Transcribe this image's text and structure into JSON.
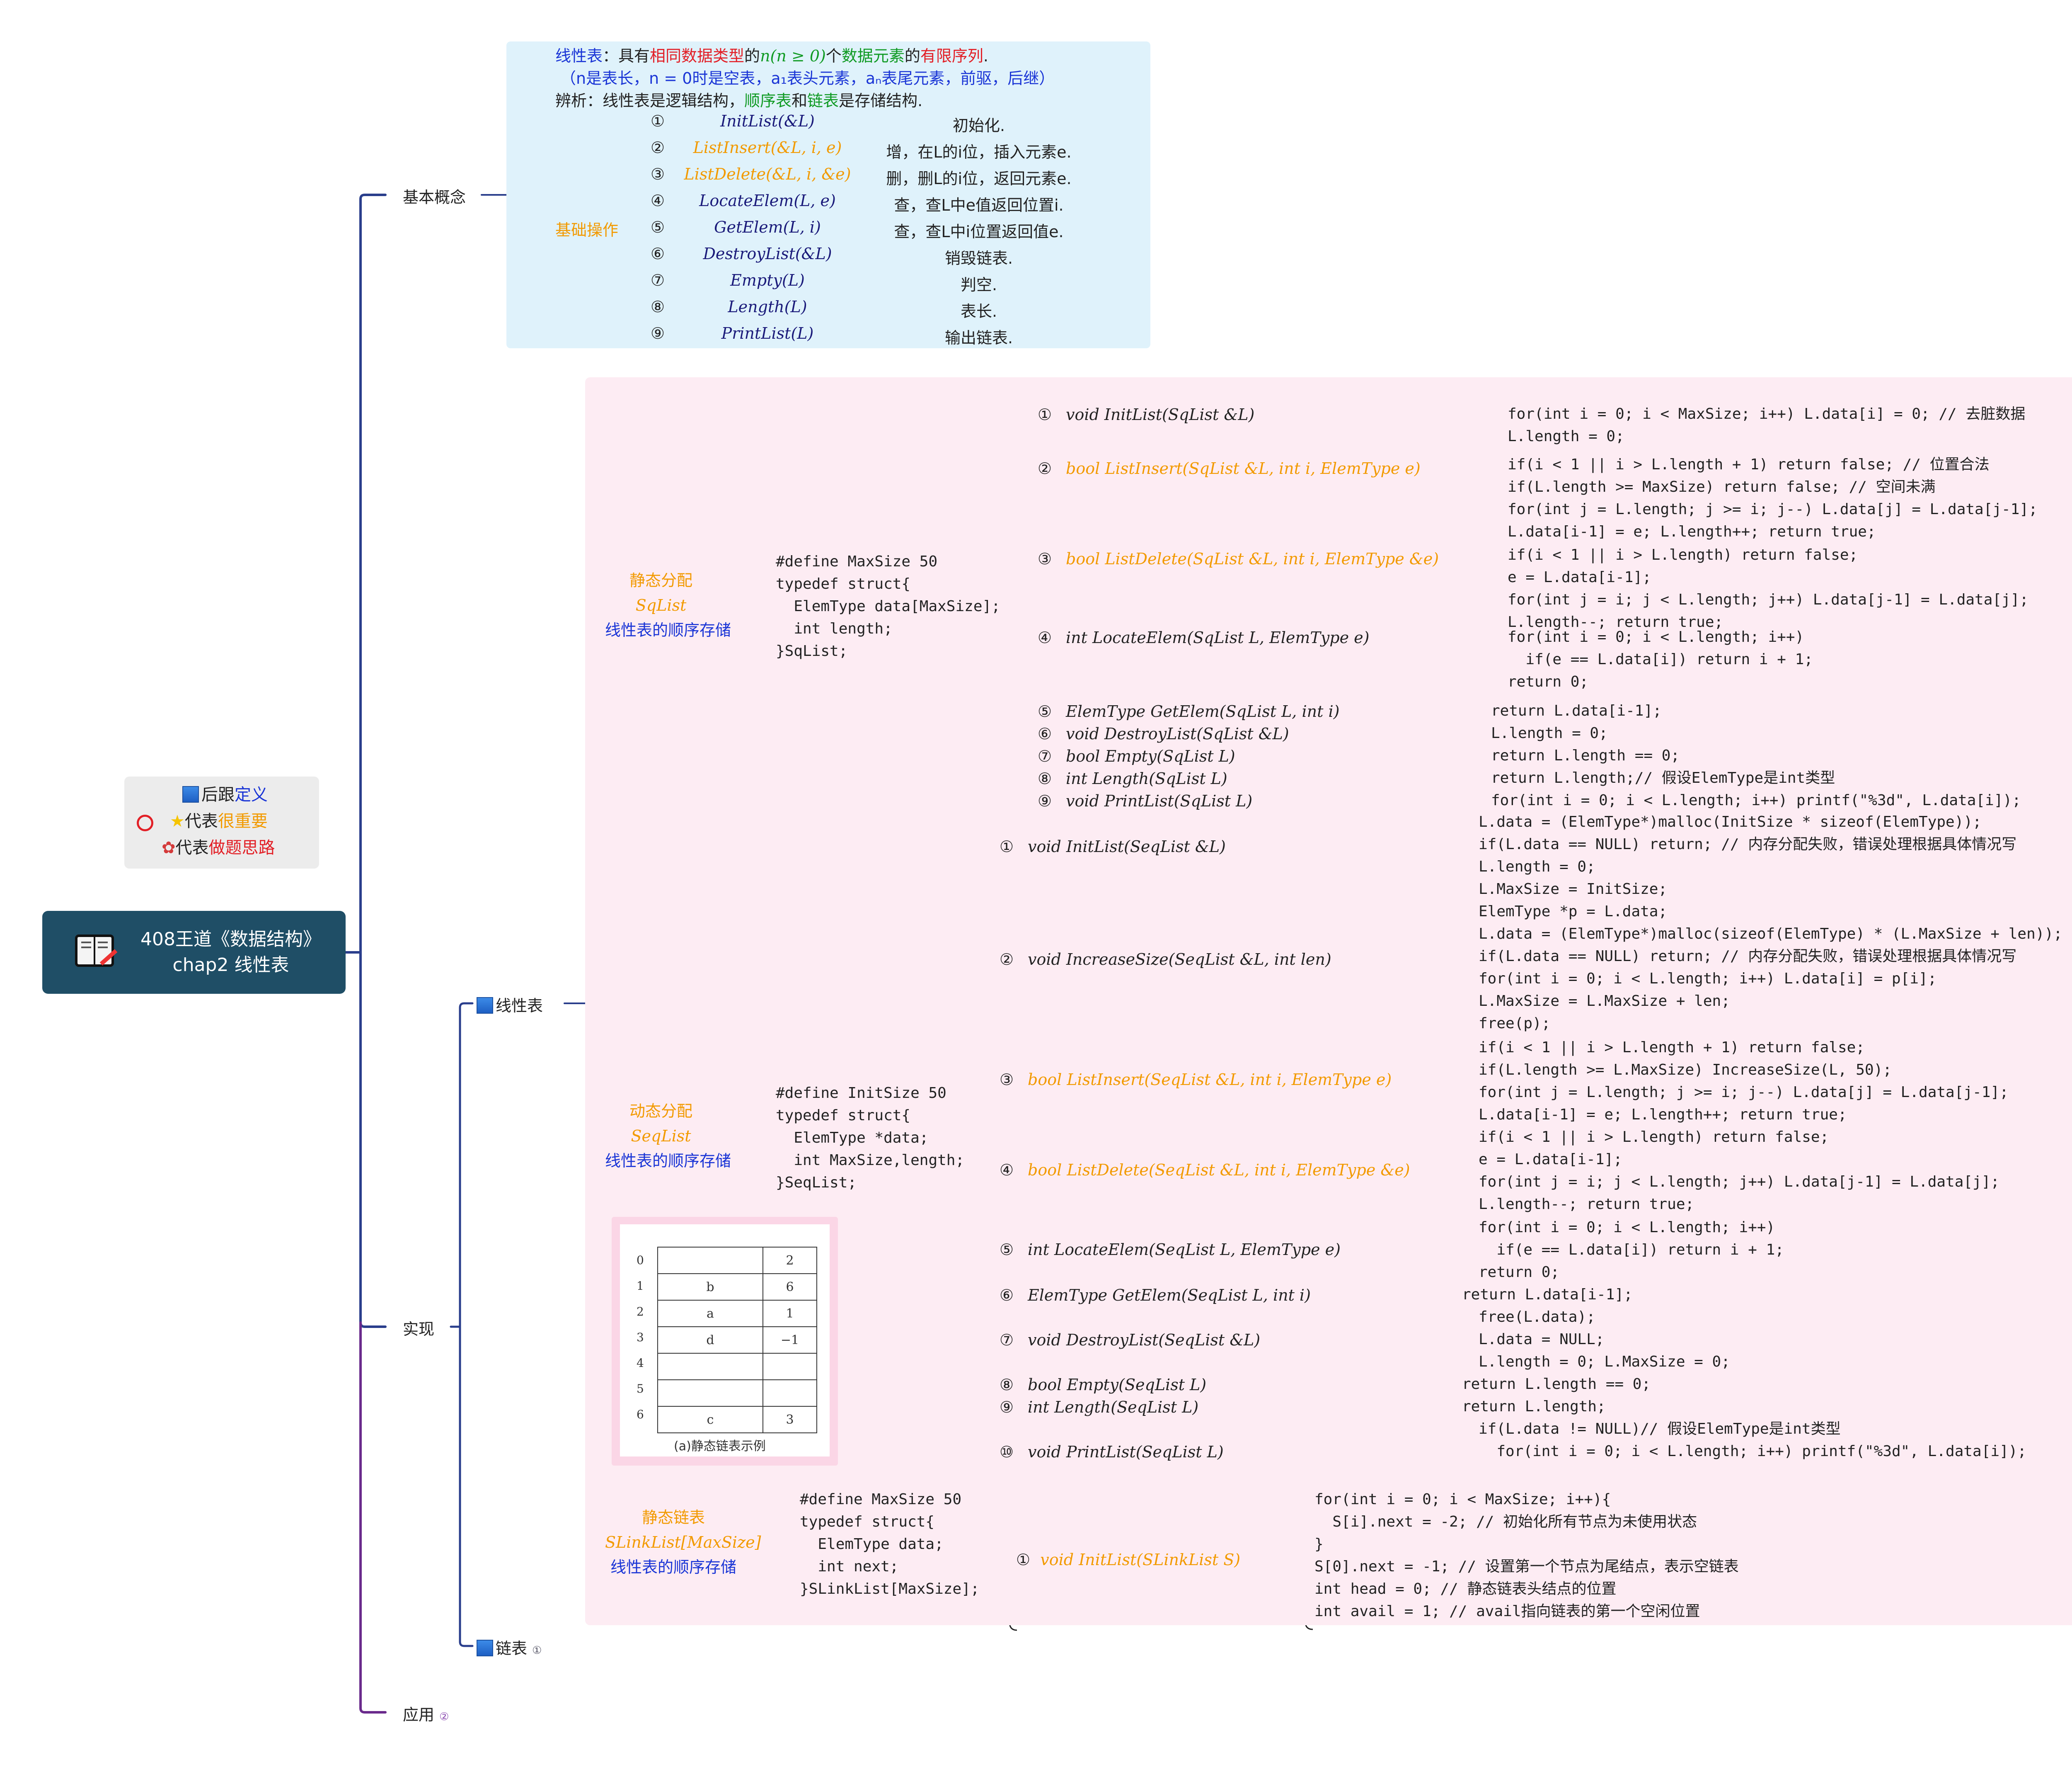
{
  "root": {
    "line1": "408王道《数据结构》",
    "line2": "chap2 线性表"
  },
  "legend": {
    "l1_a": "后跟",
    "l1_b": "定义",
    "l2_a": "代表",
    "l2_b": "很重要",
    "l3_a": "代表",
    "l3_b": "做题思路"
  },
  "branches": {
    "concept": "基本概念",
    "impl": "实现",
    "linear": "线性表",
    "linked": "链表",
    "linked_badge": "①",
    "apply": "应用",
    "apply_badge": "②"
  },
  "concept": {
    "def_a": "线性表",
    "def_b": "：具有",
    "def_c": "相同数据类型",
    "def_d": "的",
    "def_e": "n(n ≥ 0)",
    "def_f": "个",
    "def_g": "数据元素",
    "def_h": "的",
    "def_i": "有限序列",
    "def_j": ".",
    "line2": "（n是表长，n = 0时是空表，a₁表头元素，aₙ表尾元素，前驱，后继）",
    "line3_a": "辨析：线性表是逻辑结构，",
    "line3_b": "顺序表",
    "line3_c": "和",
    "line3_d": "链表",
    "line3_e": "是存储结构.",
    "ops_label": "基础操作",
    "ops": [
      {
        "num": "①",
        "sig": "InitList(&L)",
        "desc": "初始化."
      },
      {
        "num": "②",
        "sig": "ListInsert(&L, i, e)",
        "desc": "增，在L的i位，插入元素e."
      },
      {
        "num": "③",
        "sig": "ListDelete(&L, i, &e)",
        "desc": "删，删L的i位，返回元素e."
      },
      {
        "num": "④",
        "sig": "LocateElem(L, e)",
        "desc": "查，查L中e值返回位置i."
      },
      {
        "num": "⑤",
        "sig": "GetElem(L, i)",
        "desc": "查，查L中i位置返回值e."
      },
      {
        "num": "⑥",
        "sig": "DestroyList(&L)",
        "desc": "销毁链表."
      },
      {
        "num": "⑦",
        "sig": "Empty(L)",
        "desc": "判空."
      },
      {
        "num": "⑧",
        "sig": "Length(L)",
        "desc": "表长."
      },
      {
        "num": "⑨",
        "sig": "PrintList(L)",
        "desc": "输出链表."
      }
    ]
  },
  "static": {
    "label1": "静态分配",
    "label2": "SqList",
    "label3": "线性表的顺序存储",
    "struct": "#define MaxSize 50\ntypedef struct{\n  ElemType data[MaxSize];\n  int length;\n}SqList;",
    "ops": [
      {
        "num": "①",
        "sig": "void InitList(SqList  &L)",
        "code": "for(int i = 0; i < MaxSize; i++) L.data[i] = 0; // 去脏数据\nL.length = 0;"
      },
      {
        "num": "②",
        "sig": "bool  ListInsert(SqList  &L, int i, ElemType  e)",
        "code": "if(i < 1 || i > L.length + 1) return false; // 位置合法\nif(L.length >= MaxSize) return false; // 空间未满\nfor(int j = L.length; j >= i; j--) L.data[j] = L.data[j-1];\nL.data[i-1] = e; L.length++; return true;"
      },
      {
        "num": "③",
        "sig": "bool  ListDelete(SqList &L, int i, ElemType  &e)",
        "code": "if(i < 1 || i > L.length) return false;\ne = L.data[i-1];\nfor(int j = i; j < L.length; j++) L.data[j-1] = L.data[j];\nL.length--; return true;"
      },
      {
        "num": "④",
        "sig": "int LocateElem(SqList L, ElemType e)",
        "code": "for(int i = 0; i < L.length; i++)\n  if(e == L.data[i]) return i + 1;\nreturn 0;"
      },
      {
        "num": "⑤",
        "sig": "ElemType GetElem(SqList L, int i)",
        "code": "return L.data[i-1];"
      },
      {
        "num": "⑥",
        "sig": "void DestroyList(SqList &L)",
        "code": "L.length = 0;"
      },
      {
        "num": "⑦",
        "sig": "bool Empty(SqList L)",
        "code": "return L.length == 0;"
      },
      {
        "num": "⑧",
        "sig": "int   Length(SqList L)",
        "code": "return L.length;// 假设ElemType是int类型"
      },
      {
        "num": "⑨",
        "sig": "void PrintList(SqList L)",
        "code": "for(int i = 0; i < L.length; i++) printf(\"%3d\", L.data[i]);"
      }
    ]
  },
  "dynamic": {
    "label1": "动态分配",
    "label2": "SeqList",
    "label3": "线性表的顺序存储",
    "struct": "#define InitSize 50\ntypedef struct{\n  ElemType *data;\n  int MaxSize,length;\n}SeqList;",
    "ops": [
      {
        "num": "①",
        "sig": "void InitList(SeqList  &L)",
        "code": "L.data = (ElemType*)malloc(InitSize * sizeof(ElemType));\nif(L.data == NULL) return; // 内存分配失败，错误处理根据具体情况写\nL.length = 0;\nL.MaxSize = InitSize;"
      },
      {
        "num": "②",
        "sig": "void IncreaseSize(SeqList  &L, int len)",
        "code": "ElemType *p = L.data;\nL.data = (ElemType*)malloc(sizeof(ElemType) * (L.MaxSize + len));\nif(L.data == NULL) return; // 内存分配失败，错误处理根据具体情况写\nfor(int i = 0; i < L.length; i++) L.data[i] = p[i];\nL.MaxSize = L.MaxSize + len;\nfree(p);"
      },
      {
        "num": "③",
        "sig": "bool  ListInsert(SeqList &L, int i, ElemType  e)",
        "code": "if(i < 1 || i > L.length + 1) return false;\nif(L.length >= L.MaxSize) IncreaseSize(L, 50);\nfor(int j = L.length; j >= i; j--) L.data[j] = L.data[j-1];\nL.data[i-1] = e; L.length++; return true;"
      },
      {
        "num": "④",
        "sig": "bool  ListDelete(SeqList &L, int i, ElemType  &e)",
        "code": "if(i < 1 || i > L.length) return false;\ne = L.data[i-1];\nfor(int j = i; j < L.length; j++) L.data[j-1] = L.data[j];\nL.length--; return true;"
      },
      {
        "num": "⑤",
        "sig": "int LocateElem(SeqList L, ElemType e)",
        "code": "for(int i = 0; i < L.length; i++)\n  if(e == L.data[i]) return i + 1;\nreturn 0;"
      },
      {
        "num": "⑥",
        "sig": "ElemType GetElem(SeqList L, int i)",
        "code": "return L.data[i-1];"
      },
      {
        "num": "⑦",
        "sig": "void DestroyList(SeqList  &L)",
        "code": "free(L.data);\nL.data = NULL;\nL.length = 0; L.MaxSize = 0;"
      },
      {
        "num": "⑧",
        "sig": "bool Empty(SeqList L)",
        "code": "return L.length == 0;"
      },
      {
        "num": "⑨",
        "sig": "int   Length(SeqList L)",
        "code": "return L.length;"
      },
      {
        "num": "⑩",
        "sig": "void PrintList(SeqList L)",
        "code": "if(L.data != NULL)// 假设ElemType是int类型\n  for(int i = 0; i < L.length; i++) printf(\"%3d\", L.data[i]);"
      }
    ]
  },
  "slink": {
    "label1": "静态链表",
    "label2": "SLinkList[MaxSize]",
    "label3": "线性表的顺序存储",
    "struct": "#define MaxSize 50\ntypedef struct{\n  ElemType data;\n  int next;\n}SLinkList[MaxSize];",
    "op_num": "①",
    "op_sig": "void InitList(SLinkList  S)",
    "code": "for(int i = 0; i < MaxSize; i++){\n  S[i].next = -2; // 初始化所有节点为未使用状态\n}\nS[0].next = -1; // 设置第一个节点为尾结点，表示空链表\nint head = 0; // 静态链表头结点的位置\nint avail = 1; // avail指向链表的第一个空闲位置"
  },
  "figure": {
    "indices": [
      "0",
      "1",
      "2",
      "3",
      "4",
      "5",
      "6"
    ],
    "data": [
      "",
      "b",
      "a",
      "d",
      "",
      "",
      "c"
    ],
    "next": [
      "2",
      "6",
      "1",
      "−1",
      "",
      "",
      "3"
    ],
    "caption": "(a)静态链表示例"
  }
}
